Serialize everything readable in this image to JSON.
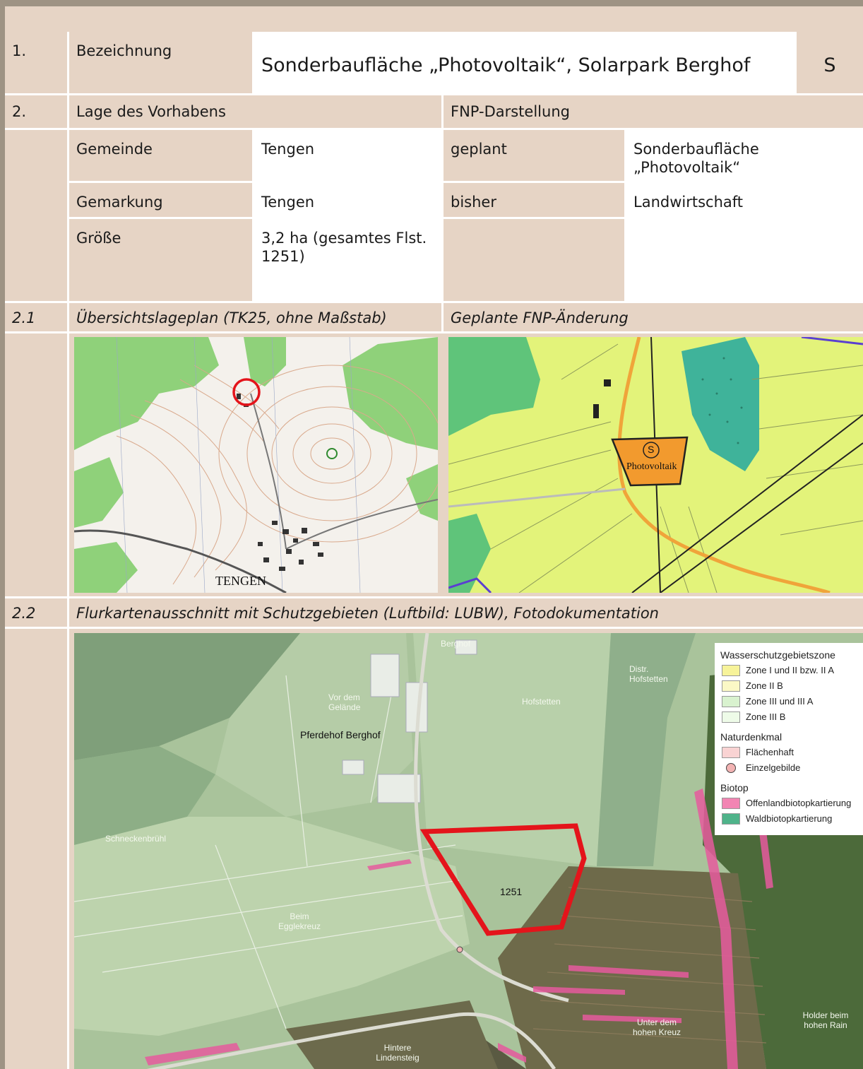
{
  "section1": {
    "number": "1.",
    "label": "Bezeichnung",
    "title": "Sonderbaufläche „Photovoltaik“, Solarpark Berghof",
    "code": "S"
  },
  "section2": {
    "number": "2.",
    "lage_header": "Lage des Vorhabens",
    "fnp_header": "FNP-Darstellung",
    "rows": [
      {
        "label": "Gemeinde",
        "value": "Tengen",
        "fnp_label": "geplant",
        "fnp_value": "Sonderbaufläche „Photovoltaik“"
      },
      {
        "label": "Gemarkung",
        "value": "Tengen",
        "fnp_label": "bisher",
        "fnp_value": "Landwirtschaft"
      },
      {
        "label": "Größe",
        "value": "3,2 ha (gesamtes Flst. 1251)",
        "fnp_label": "",
        "fnp_value": ""
      }
    ]
  },
  "section21": {
    "number": "2.1",
    "left_caption": "Übersichtslageplan (TK25, ohne Maßstab)",
    "right_caption": "Geplante FNP-Änderung",
    "topo_town_label": "TENGEN",
    "fnp_symbol": "S",
    "fnp_area_label": "Photovoltaik"
  },
  "section22": {
    "number": "2.2",
    "caption": "Flurkartenausschnitt mit Schutzgebieten (Luftbild: LUBW), Fotodokumentation",
    "map_labels": {
      "pferdehof": "Pferdehof Berghof",
      "parcel": "1251",
      "berghof": "Berghof",
      "vor_dem_gelaend": "Vor dem Gelände",
      "hofstetten": "Hofstetten",
      "distr": "Distr. Hofstetten",
      "schneckenbruehl": "Schneckenbrühl",
      "beim_egglekreuz": "Beim Egglekreuz",
      "unter_dem": "Unter dem hohen Kreuz",
      "holder": "Holder beim hohen Rain",
      "hintere": "Hintere Lindensteig"
    },
    "legend": {
      "group1_title": "Wasserschutzgebietszone",
      "group1": [
        {
          "label": "Zone I und II bzw. II A",
          "color": "#f7f39a"
        },
        {
          "label": "Zone II B",
          "color": "#fbf8c6"
        },
        {
          "label": "Zone III und III A",
          "color": "#d9f2cf"
        },
        {
          "label": "Zone III B",
          "color": "#eefbe8"
        }
      ],
      "group2_title": "Naturdenkmal",
      "group2_area": "Flächenhaft",
      "group2_point": "Einzelgebilde",
      "group3_title": "Biotop",
      "group3": [
        {
          "label": "Offenlandbiotopkartierung",
          "color": "#f285b3"
        },
        {
          "label": "Waldbiotopkartierung",
          "color": "#4fb38a"
        }
      ]
    }
  }
}
